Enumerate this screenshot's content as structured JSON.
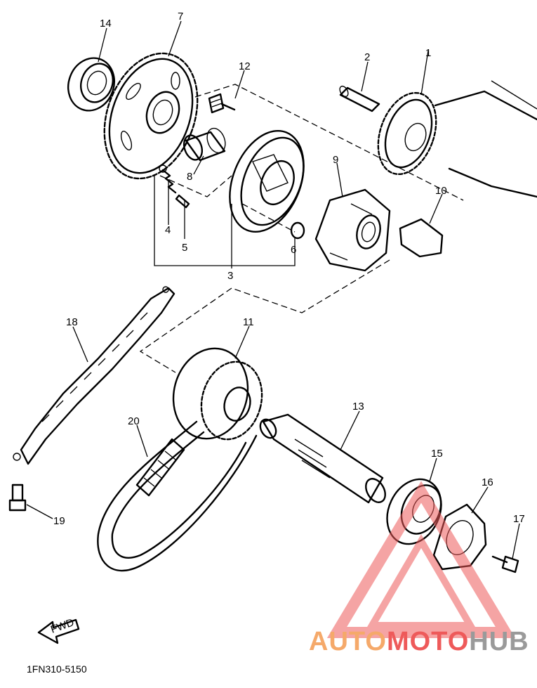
{
  "diagram": {
    "drawing_code": "1FN310-5150",
    "fwd_label": "FWD",
    "callouts": [
      "1",
      "2",
      "3",
      "4",
      "5",
      "6",
      "7",
      "8",
      "9",
      "10",
      "11",
      "12",
      "13",
      "14",
      "15",
      "16",
      "17",
      "18",
      "19",
      "20"
    ]
  },
  "watermark": {
    "part1": "AUTO",
    "part2": "MOTO",
    "part3": "HUB",
    "colors": {
      "auto": "#f5a96a",
      "moto": "#ee5a5a",
      "hub": "#9a9a9a",
      "triangle": "#ee5a5a"
    }
  }
}
